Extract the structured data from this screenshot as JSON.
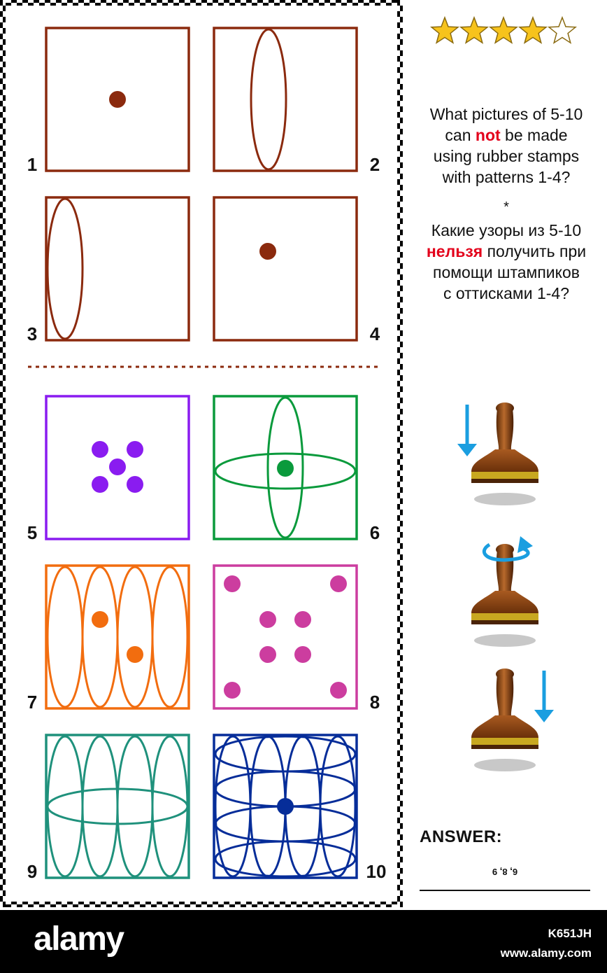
{
  "rating": {
    "filled": 4,
    "total": 5,
    "filled_color": "#f7c31c",
    "empty_color": "#ffffff",
    "stroke_color": "#8a6a10"
  },
  "question_en": {
    "line1": "What pictures of 5-10",
    "line2_pre": "can ",
    "line2_hl": "not",
    "line2_post": " be made",
    "line3": "using rubber stamps",
    "line4": "with patterns 1-4?"
  },
  "separator": "*",
  "question_ru": {
    "line1": "Какие узоры из 5-10",
    "line2_hl": "нельзя",
    "line2_post": " получить при",
    "line3": "помощи штампиков",
    "line4": "с оттисками 1-4?"
  },
  "highlight_color": "#e3001b",
  "panels": [
    {
      "number": "1",
      "color": "#8b2a0e",
      "pattern": "dot-center"
    },
    {
      "number": "2",
      "color": "#8b2a0e",
      "pattern": "vertical-ellipse-center"
    },
    {
      "number": "3",
      "color": "#8b2a0e",
      "pattern": "vertical-ellipse-left-edge"
    },
    {
      "number": "4",
      "color": "#8b2a0e",
      "pattern": "dot-offset"
    },
    {
      "number": "5",
      "color": "#8a1cf0",
      "pattern": "five-dots"
    },
    {
      "number": "6",
      "color": "#0a9a3c",
      "pattern": "cross-ellipses-dot"
    },
    {
      "number": "7",
      "color": "#f26d0f",
      "pattern": "four-ellipses-two-dots"
    },
    {
      "number": "8",
      "color": "#cc3d9f",
      "pattern": "eight-dots"
    },
    {
      "number": "9",
      "color": "#1f917c",
      "pattern": "four-ellipses-horizontal"
    },
    {
      "number": "10",
      "color": "#062d99",
      "pattern": "grid-ellipses-dot"
    }
  ],
  "divider_color": "#8b2a0e",
  "stamp_icons": [
    {
      "name": "stamp-down-arrow-left",
      "arrow_color": "#1a9ee0"
    },
    {
      "name": "stamp-rotate-arrow",
      "arrow_color": "#1a9ee0"
    },
    {
      "name": "stamp-down-arrow-right",
      "arrow_color": "#1a9ee0"
    }
  ],
  "answer": {
    "label": "ANSWER:",
    "value": "6, 8, 9"
  },
  "footer": {
    "brand": "alamy",
    "image_id": "K651JH",
    "site": "www.alamy.com"
  }
}
